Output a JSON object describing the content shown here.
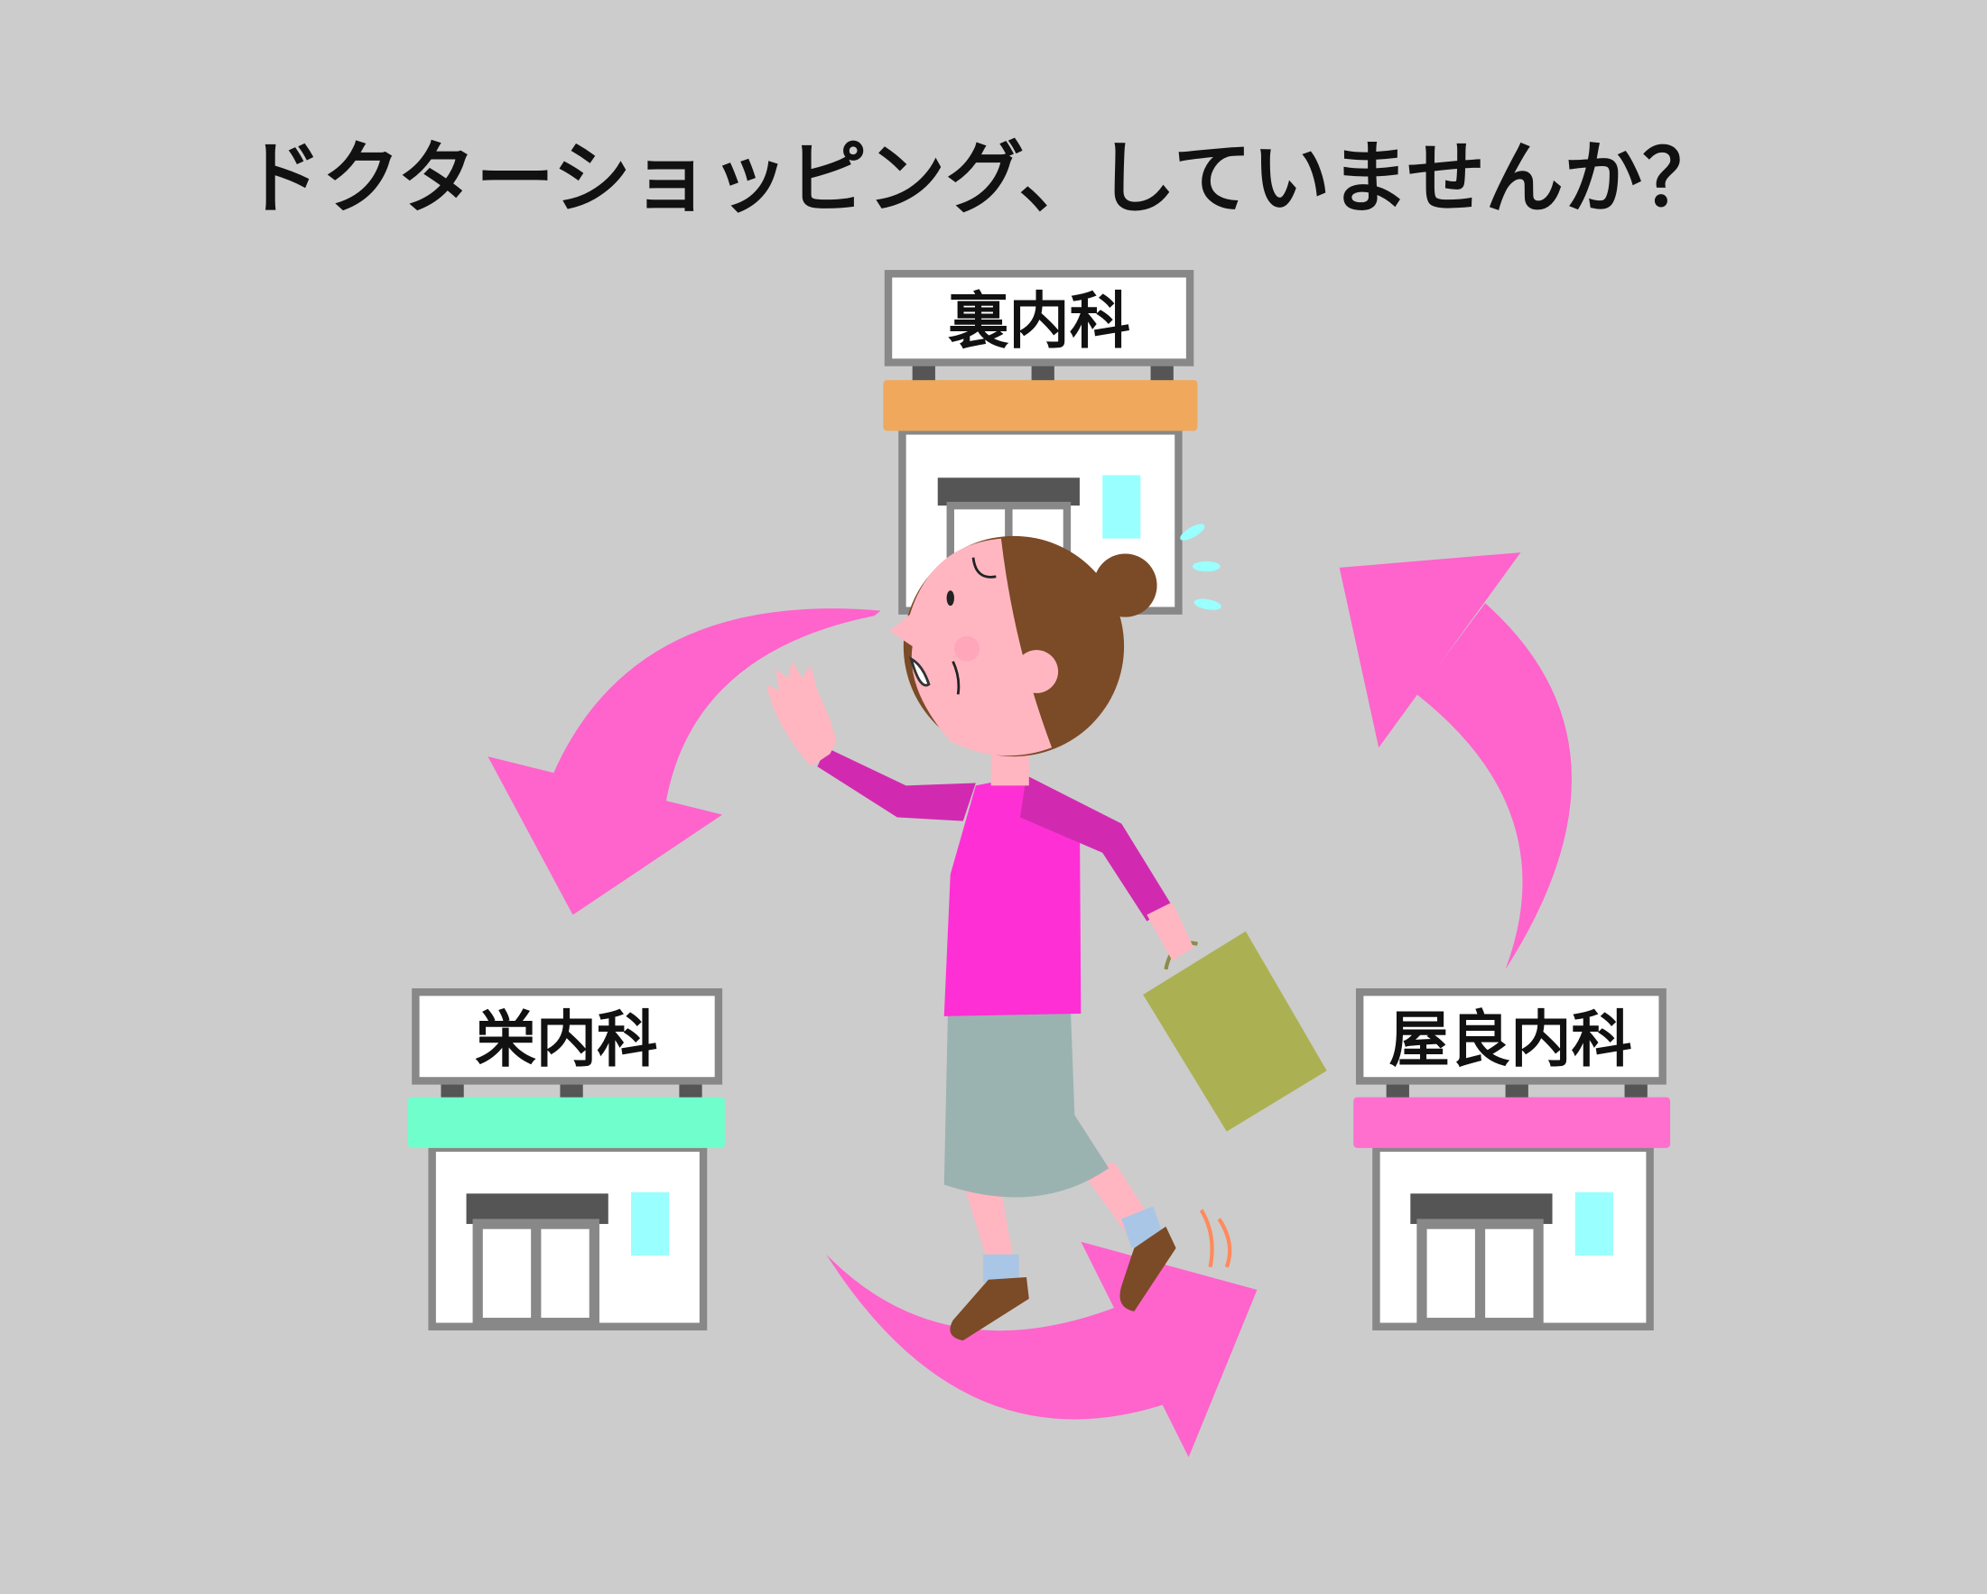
{
  "title": "ドクターショッピング、していませんか？",
  "clinics": [
    {
      "name": "裏内科",
      "awning_color": "#f0a85c"
    },
    {
      "name": "栄内科",
      "awning_color": "#70ffcc"
    },
    {
      "name": "屋良内科",
      "awning_color": "#ff6fce"
    }
  ],
  "colors": {
    "background": "#cccccc",
    "arrow": "#ff63cc",
    "skin": "#ffb6c1",
    "hair": "#7b4a26",
    "shirt": "#ff2fd6",
    "sleeve": "#d12ab0",
    "skirt": "#9bb3b0",
    "bag": "#abb152"
  }
}
